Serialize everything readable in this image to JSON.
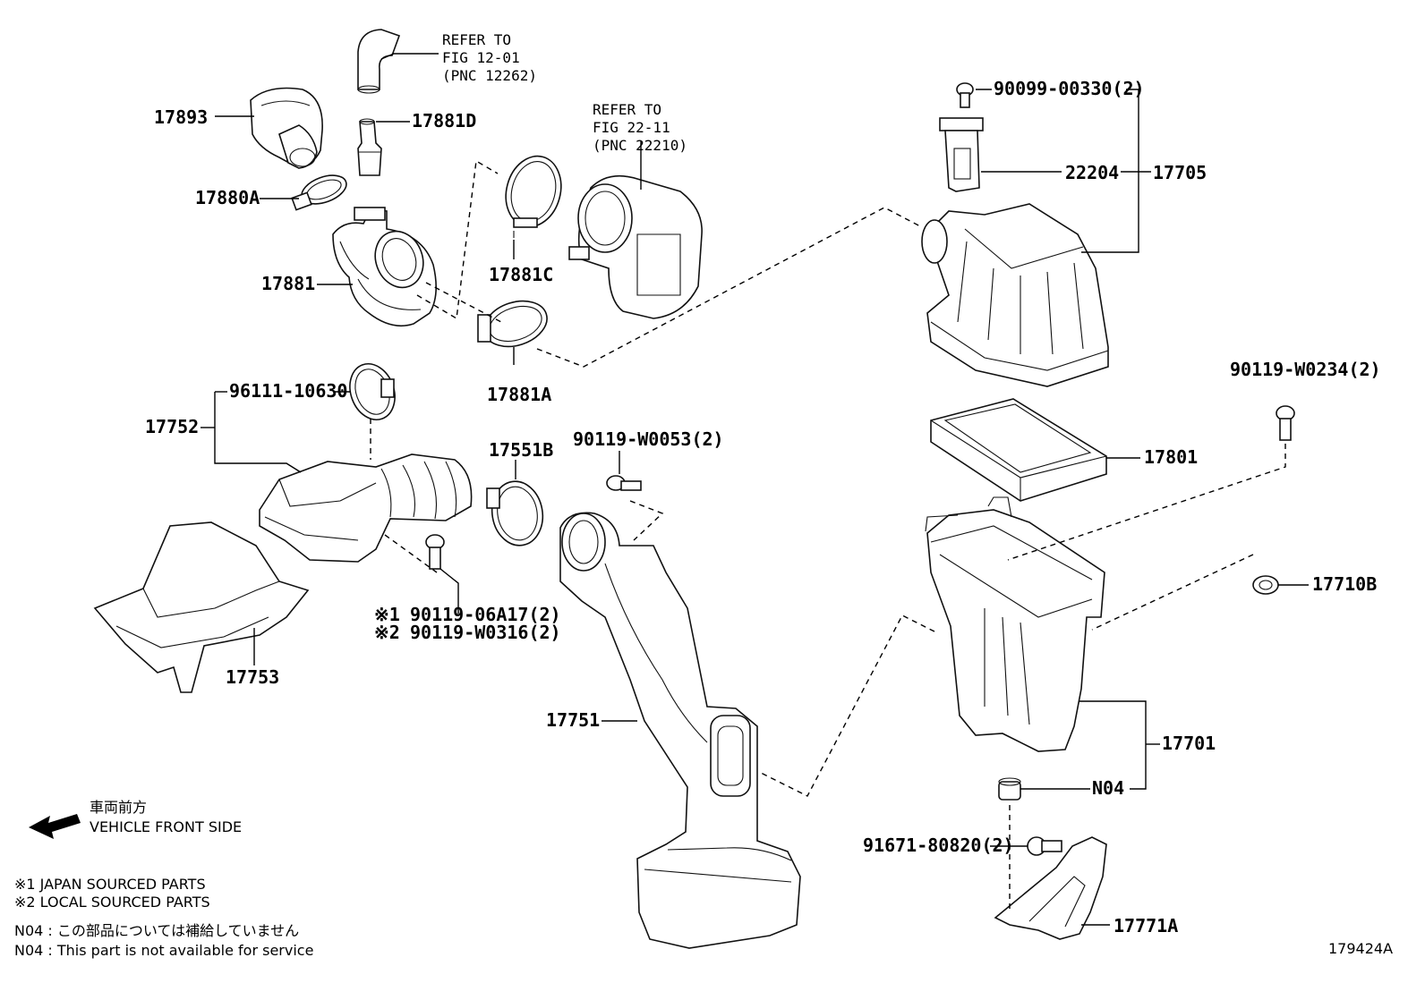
{
  "figure_id": "179424A",
  "references": [
    {
      "line1": "REFER TO",
      "line2": "FIG 12-01",
      "line3": "(PNC 12262)"
    },
    {
      "line1": "REFER TO",
      "line2": "FIG 22-11",
      "line3": "(PNC 22210)"
    }
  ],
  "parts": {
    "p17893": "17893",
    "p17881D": "17881D",
    "p17880A": "17880A",
    "p17881": "17881",
    "p17881C": "17881C",
    "p17881A": "17881A",
    "p96111": "96111-10630",
    "p17752": "17752",
    "p17753": "17753",
    "p17551B": "17551B",
    "p90119_w0053": "90119-W0053(2)",
    "p90119_06a17": "90119-06A17(2)",
    "p90119_w0316": "90119-W0316(2)",
    "p17751": "17751",
    "p90099": "90099-00330(2)",
    "p22204": "22204",
    "p17705": "17705",
    "p17801": "17801",
    "p90119_w0234": "90119-W0234(2)",
    "p17710B": "17710B",
    "p17701": "17701",
    "pN04": "N04",
    "p91671": "91671-80820(2)",
    "p17771A": "17771A"
  },
  "marks": {
    "m1": "※1",
    "m2": "※2"
  },
  "direction": {
    "jp": "車両前方",
    "en": "VEHICLE FRONT SIDE"
  },
  "notes": {
    "japan": "※1 JAPAN SOURCED PARTS",
    "local": "※2 LOCAL SOURCED PARTS",
    "n04_jp": "N04 : この部品については補給していません",
    "n04_en": "N04 : This part is not available for service"
  }
}
